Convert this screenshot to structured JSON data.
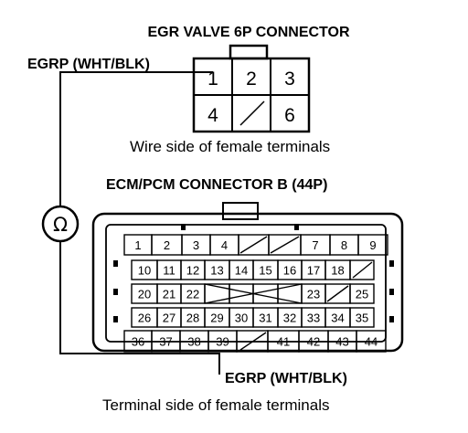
{
  "egr_connector": {
    "title": "EGR VALVE 6P CONNECTOR",
    "wire_label": "EGRP (WHT/BLK)",
    "caption": "Wire side of female terminals",
    "pins_top": [
      "1",
      "2",
      "3"
    ],
    "pins_bottom": [
      "4",
      "",
      "6"
    ]
  },
  "ohmmeter": {
    "symbol": "Ω",
    "icon": "ohmmeter-icon"
  },
  "ecm_connector": {
    "title": "ECM/PCM CONNECTOR B (44P)",
    "wire_label": "EGRP (WHT/BLK)",
    "caption": "Terminal side of female terminals",
    "row1": [
      "1",
      "2",
      "3",
      "4",
      "",
      "",
      "7",
      "8",
      "9"
    ],
    "row2": [
      "10",
      "11",
      "12",
      "13",
      "14",
      "15",
      "16",
      "17",
      "18",
      ""
    ],
    "row3": [
      "20",
      "21",
      "22",
      "",
      "",
      "",
      "",
      "23",
      "",
      "25"
    ],
    "row4": [
      "26",
      "27",
      "28",
      "29",
      "30",
      "31",
      "32",
      "33",
      "34",
      "35"
    ],
    "row5": [
      "36",
      "37",
      "38",
      "39",
      "",
      "41",
      "42",
      "43",
      "44"
    ]
  }
}
